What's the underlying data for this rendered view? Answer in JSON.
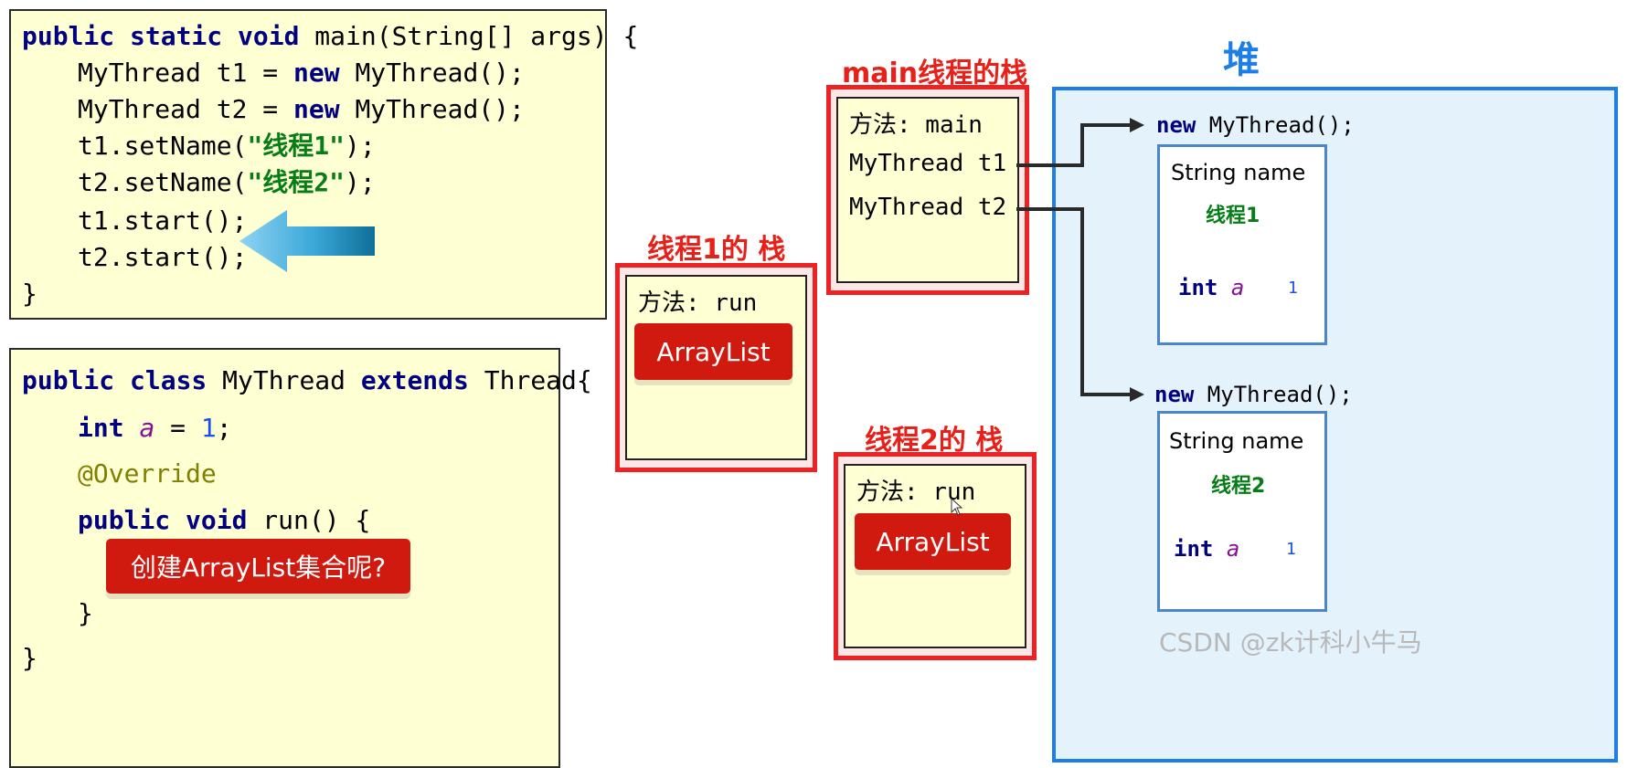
{
  "code_main": {
    "l1_kw": "public static void",
    "l1_rest": " main(String[] args) {",
    "l2_a": "MyThread t1 = ",
    "l2_kw": "new",
    "l2_b": " MyThread();",
    "l3_a": "MyThread t2 = ",
    "l3_kw": "new",
    "l3_b": " MyThread();",
    "l4_a": "t1.setName(",
    "l4_str": "\"线程1\"",
    "l4_b": ");",
    "l5_a": "t2.setName(",
    "l5_str": "\"线程2\"",
    "l5_b": ");",
    "l6": "t1.start();",
    "l7": "t2.start();",
    "l8": "}"
  },
  "code_class": {
    "l1_kw1": "public class",
    "l1_mid": " MyThread ",
    "l1_kw2": "extends",
    "l1_rest": " Thread{",
    "l2_kw": "int",
    "l2_field": "a",
    "l2_eq": " = ",
    "l2_num": "1",
    "l2_end": ";",
    "l3": "@Override",
    "l4_kw": "public void",
    "l4_rest": " run() {",
    "l5": "}",
    "l6": "}",
    "callout": "创建ArrayList集合呢?"
  },
  "thread1_stack": {
    "title": "线程1的 栈",
    "method": "方法: run",
    "item": "ArrayList"
  },
  "main_stack": {
    "title": "main线程的栈",
    "method": "方法: main",
    "var1": "MyThread t1",
    "var2": "MyThread t2"
  },
  "thread2_stack": {
    "title": "线程2的 栈",
    "method": "方法: run",
    "item": "ArrayList"
  },
  "heap": {
    "title": "堆",
    "obj1": {
      "new_kw": "new",
      "new_rest": " MyThread();",
      "name_label": "String name",
      "name_value": "线程1",
      "field_type": "int",
      "field_name": "a",
      "field_value": "1"
    },
    "obj2": {
      "new_kw": "new",
      "new_rest": " MyThread();",
      "name_label": "String name",
      "name_value": "线程2",
      "field_type": "int",
      "field_name": "a",
      "field_value": "1"
    }
  },
  "watermark": "CSDN @zk计科小牛马",
  "colors": {
    "keyword": "#000080",
    "string": "#067d17",
    "stack_border": "#ee2222",
    "heap_border": "#1e7ee8",
    "box_fill": "#ffffd4"
  }
}
